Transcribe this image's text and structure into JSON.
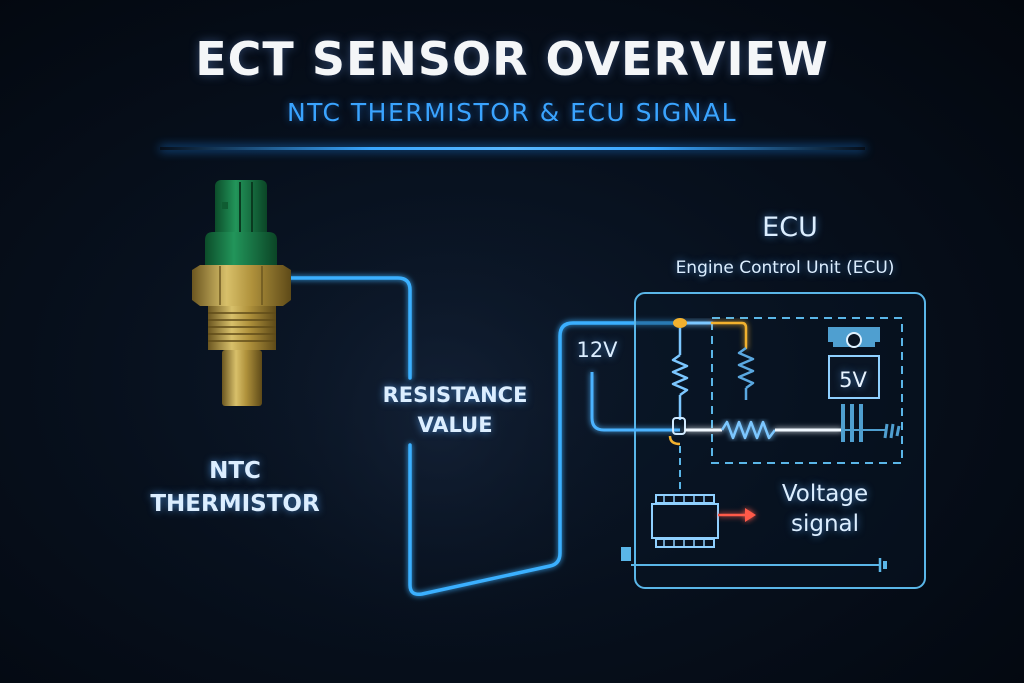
{
  "header": {
    "title": "ECT SENSOR OVERVIEW",
    "subtitle": "NTC THERMISTOR & ECU SIGNAL"
  },
  "sensor": {
    "label_line1": "NTC",
    "label_line2": "THERMISTOR",
    "colors": {
      "connector": "#1f7a45",
      "body": "#b89a45"
    }
  },
  "wire": {
    "label_line1": "RESISTANCE",
    "label_line2": "VALUE",
    "color": "#3ab0ff"
  },
  "ecu": {
    "title": "ECU",
    "subtitle": "Engine Control Unit (ECU)",
    "supply_voltage": "12V",
    "regulator_voltage": "5V",
    "output_label_line1": "Voltage",
    "output_label_line2": "signal",
    "colors": {
      "frame": "#5ab6e8",
      "junction": "#f2b12e",
      "arrow": "#ff4a3a"
    }
  },
  "icons": [
    "sensor-icon",
    "resistor-icon",
    "voltage-regulator-icon",
    "chip-icon",
    "ground-icon",
    "arrow-right-icon"
  ]
}
